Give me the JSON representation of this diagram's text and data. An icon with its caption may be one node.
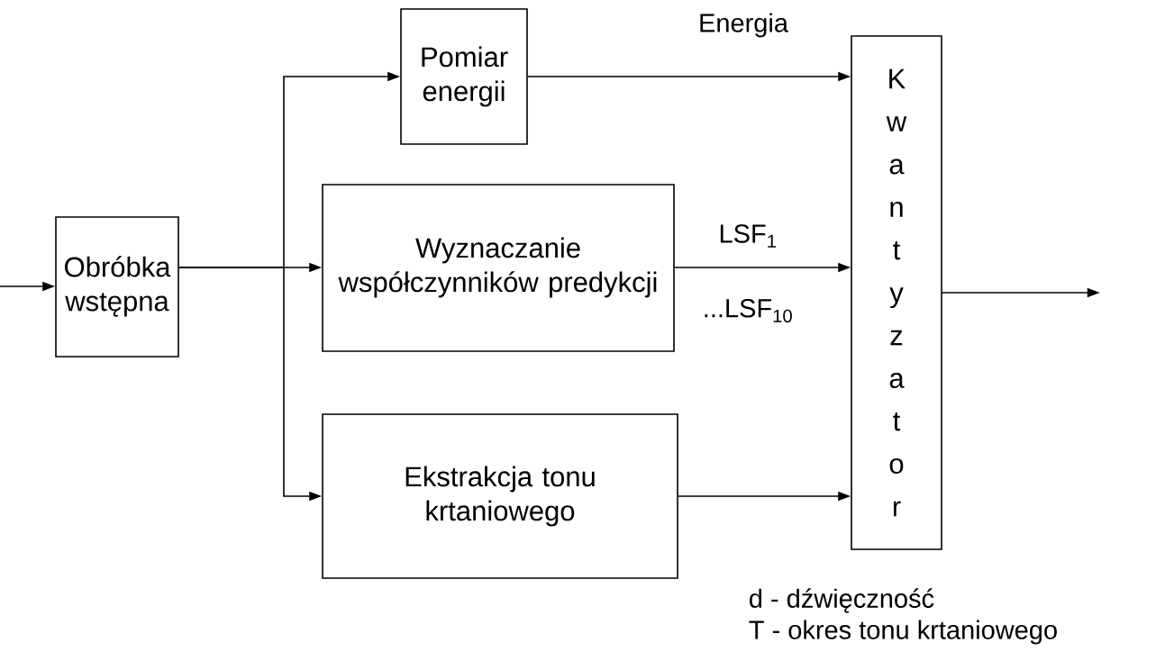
{
  "diagram": {
    "nodes": [
      {
        "text": [
          "Obróbka wstępna"
        ]
      },
      {
        "text": [
          "Pomiar energii"
        ]
      },
      {
        "text": [
          "Wyznaczanie współczynników predykcji"
        ]
      },
      {
        "text": [
          "Ekstrakcja tonu krtaniowego"
        ]
      },
      {
        "text": [
          "Kwantyzator"
        ]
      }
    ],
    "edges": [
      {
        "from": null,
        "to": 0,
        "arrow": "to"
      },
      {
        "from": 0,
        "to": 1,
        "arrow": "to"
      },
      {
        "from": 0,
        "to": 2,
        "arrow": "to"
      },
      {
        "from": 0,
        "to": 3,
        "arrow": "to"
      },
      {
        "from": 1,
        "to": 4,
        "arrow": "to",
        "label": "Energia"
      },
      {
        "from": 2,
        "to": 4,
        "arrow": "to",
        "label": "LSF$_{1}$"
      },
      {
        "from": 3,
        "to": 4,
        "arrow": "to"
      },
      {
        "from": 4,
        "to": null,
        "arrow": "to"
      }
    ],
    "labels": [
      "...LSF$_{10}$",
      "d - dźwięczność",
      "T - okres tonu krtaniowego"
    ]
  }
}
